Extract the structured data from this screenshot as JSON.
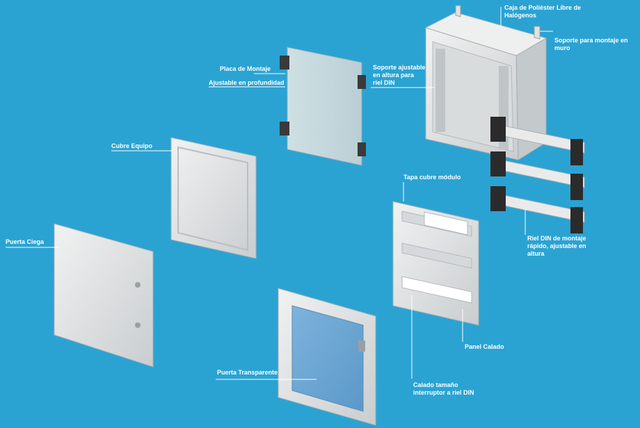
{
  "labels": {
    "caja": "Caja de Poliéster Libre de\nHalógenos",
    "soporte_muro": "Soporte para montaje en\nmuro",
    "placa": "Placa de Montaje",
    "ajustable": "Ajustable en profundidad",
    "soporte_din": "Soporte ajustable\nen altura para\nriel DIN",
    "cubre_equipo": "Cubre Equipo",
    "tapa_modulo": "Tapa cubre módulo",
    "puerta_ciega": "Puerta Ciega",
    "riel_din": "Riel DIN de montaje\nrápido, ajustable en\naltura",
    "panel_calado": "Panel Calado",
    "puerta_transparente": "Puerta Transparente",
    "calado_tamano": "Calado tamaño\ninterruptor a riel DIN"
  },
  "colors": {
    "background": "#2aa3d3",
    "panel": "#e6e8e8",
    "panel_shade": "#c9cdcf",
    "window": "#6aa7d4",
    "bracket": "#2b2b2b"
  }
}
